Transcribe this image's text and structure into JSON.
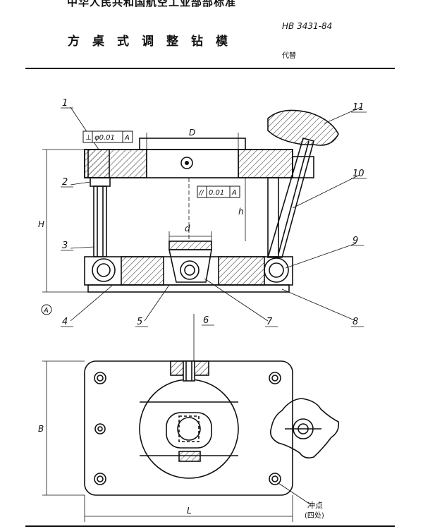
{
  "header": {
    "organization": "中华人民共和国航空工业部部标准",
    "title": "方桌式调整钻模",
    "standard_number": "HB 3431-84",
    "replaces": "代替"
  },
  "drawing": {
    "part_numbers": [
      "1",
      "2",
      "3",
      "4",
      "5",
      "6",
      "7",
      "8",
      "9",
      "10",
      "11"
    ],
    "datum_label": "A",
    "dimensions": {
      "D": "D",
      "d": "d",
      "H": "H",
      "h": "h",
      "B": "B",
      "L": "L"
    },
    "tolerance_perpendicular": {
      "symbol": "⊥",
      "value": "φ0.01",
      "datum": "A"
    },
    "tolerance_parallel": {
      "symbol": "//",
      "value": "0.01",
      "datum": "A"
    },
    "note_punch": "冲点",
    "note_punch_count": "(四处)"
  }
}
